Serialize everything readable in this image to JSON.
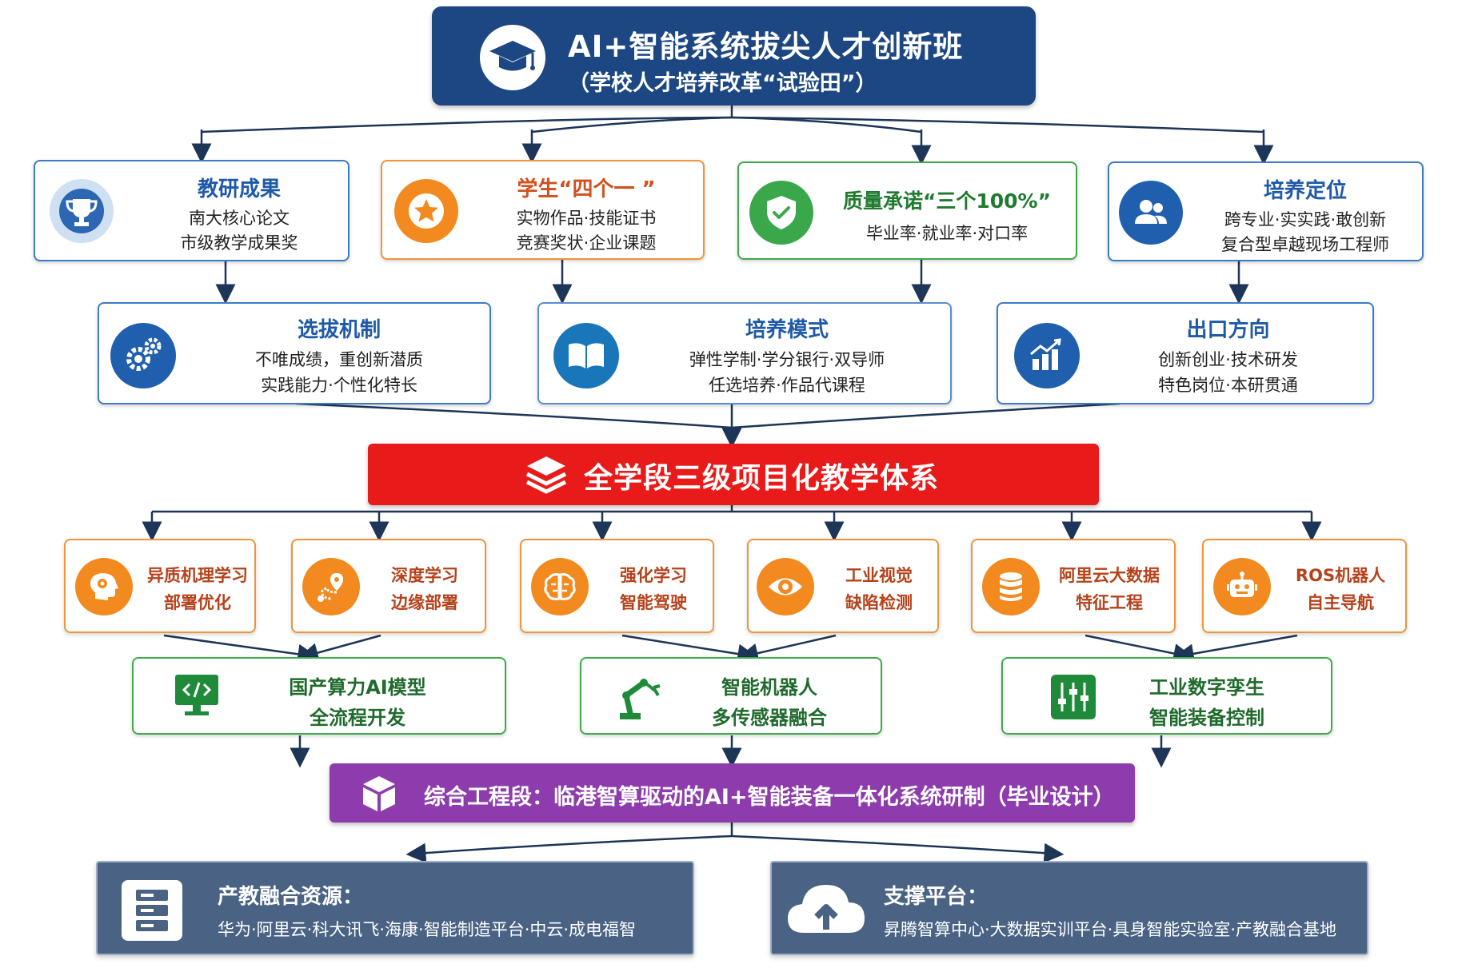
{
  "header": {
    "title": "AI+智能系统拔尖人才创新班",
    "subtitle": "（学校人才培养改革“试验田”）"
  },
  "row1": [
    {
      "title": "教研成果",
      "line1": "南大核心论文",
      "line2": "市级教学成果奖",
      "icon": "trophy-icon"
    },
    {
      "title": "学生“四个一 ”",
      "line1": "实物作品·技能证书",
      "line2": "竞赛奖状·企业课题",
      "icon": "star-icon"
    },
    {
      "title": "质量承诺“三个100%”",
      "line1": "毕业率·就业率·对口率",
      "icon": "shield-check-icon"
    },
    {
      "title": "培养定位",
      "line1": "跨专业·实实践·敢创新",
      "line2": "复合型卓越现场工程师",
      "icon": "users-icon"
    }
  ],
  "row2": [
    {
      "title": "选拔机制",
      "line1": "不唯成绩，重创新潜质",
      "line2": "实践能力·个性化特长",
      "icon": "gears-icon"
    },
    {
      "title": "培养模式",
      "line1": "弹性学制·学分银行·双导师",
      "line2": "任选培养·作品代课程",
      "icon": "book-icon"
    },
    {
      "title": "出口方向",
      "line1": "创新创业·技术研发",
      "line2": "特色岗位·本研贯通",
      "icon": "chart-growth-icon"
    }
  ],
  "system": {
    "label": "全学段三级项目化教学体系",
    "icon": "layers-icon"
  },
  "projects": [
    {
      "line1": "异质机理学习",
      "line2": "部署优化",
      "icon": "head-gear-icon"
    },
    {
      "line1": "深度学习",
      "line2": "边缘部署",
      "icon": "route-pin-icon"
    },
    {
      "line1": "强化学习",
      "line2": "智能驾驶",
      "icon": "brain-icon"
    },
    {
      "line1": "工业视觉",
      "line2": "缺陷检测",
      "icon": "eye-icon"
    },
    {
      "line1": "阿里云大数据",
      "line2": "特征工程",
      "icon": "database-icon"
    },
    {
      "line1": "ROS机器人",
      "line2": "自主导航",
      "icon": "robot-icon"
    }
  ],
  "modules": [
    {
      "line1": "国产算力AI模型",
      "line2": "全流程开发",
      "icon": "code-monitor-icon"
    },
    {
      "line1": "智能机器人",
      "line2": "多传感器融合",
      "icon": "robot-arm-icon"
    },
    {
      "line1": "工业数字孪生",
      "line2": "智能装备控制",
      "icon": "sliders-icon"
    }
  ],
  "capstone": {
    "label": "综合工程段：临港智算驱动的AI+智能装备一体化系统研制（毕业设计）",
    "icon": "cube-icon"
  },
  "resources": [
    {
      "title": "产教融合资源：",
      "desc": "华为·阿里云·科大讯飞·海康·智能制造平台·中云·成电福智",
      "icon": "server-icon"
    },
    {
      "title": "支撑平台：",
      "desc": "昇腾智算中心·大数据实训平台·具身智能实验室·产教融合基地",
      "icon": "cloud-upload-icon"
    }
  ],
  "colors": {
    "navy": "#1c4782",
    "blue_text": "#1f5aa8",
    "orange_text": "#d0501e",
    "green_text": "#1f7a2e",
    "red_banner": "#e81a1a",
    "purple_banner": "#8e3cad",
    "resource_bg": "#4a6384"
  }
}
